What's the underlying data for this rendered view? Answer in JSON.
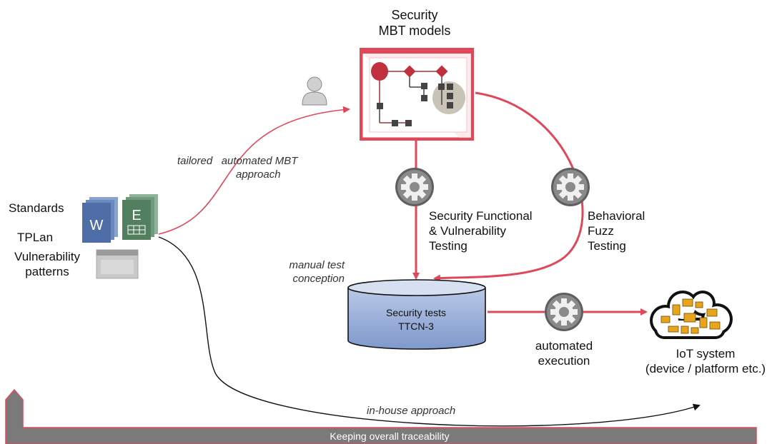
{
  "title": {
    "line1": "Security",
    "line2": "MBT models"
  },
  "inputs": {
    "standards": "Standards",
    "tplan": "TPLan",
    "vuln_line1": "Vulnerability",
    "vuln_line2": "patterns",
    "word_letter": "W",
    "excel_letter": "E"
  },
  "approach": {
    "tailored_line1": "tailored   automated MBT",
    "tailored_line2": "approach",
    "manual_line1": "manual test",
    "manual_line2": "conception",
    "inhouse": "in-house approach"
  },
  "gears": {
    "functional_line1": "Security Functional",
    "functional_line2": "& Vulnerability",
    "functional_line3": "Testing",
    "fuzz_line1": "Behavioral",
    "fuzz_line2": "Fuzz",
    "fuzz_line3": "Testing",
    "exec_line1": "automated",
    "exec_line2": "execution"
  },
  "tests_db": {
    "line1": "Security tests",
    "line2": "TTCN-3"
  },
  "iot": {
    "line1": "IoT system",
    "line2": "(device / platform etc.)"
  },
  "bottom_bar": "Keeping overall traceability",
  "colors": {
    "accent_red": "#e0485a",
    "db_fill_top": "#b9c8e6",
    "db_fill_bottom": "#7f99cc",
    "bar_gray": "#7a7a7a",
    "gear_gray": "#6e6e6e"
  }
}
